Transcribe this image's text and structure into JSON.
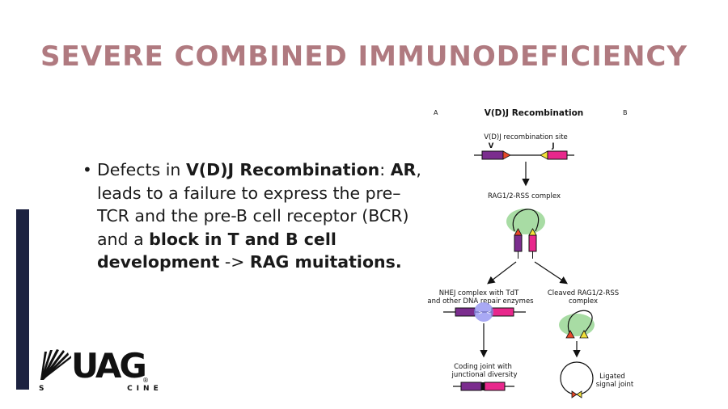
{
  "slide": {
    "title": "SEVERE COMBINED IMMUNODEFICIENCY",
    "bullet": {
      "t1": "Defects in ",
      "b1": "V(D)J Recombination",
      "t2": ": ",
      "b2": "AR",
      "t3": ", leads to a failure to express the pre– TCR and the pre-B cell receptor (BCR) and a ",
      "b3": "block in T and B cell development",
      "t4": " -> ",
      "b4": "RAG muitations."
    },
    "logo": {
      "text": "UAG",
      "reg": "®",
      "sub": "S            CINE"
    }
  },
  "diagram": {
    "label_a": "A",
    "label_b": "B",
    "title": "V(D)J Recombination",
    "site_label": "V(D)J recombination site",
    "v_label": "V",
    "j_label": "J",
    "rag_label": "RAG1/2-RSS complex",
    "nhej_line1": "NHEJ complex with TdT",
    "nhej_line2": "and other DNA repair enzymes",
    "cleaved_line1": "Cleaved RAG1/2-RSS",
    "cleaved_line2": "complex",
    "coding_line1": "Coding joint with",
    "coding_line2": "junctional diversity",
    "ligated_line1": "Ligated",
    "ligated_line2": "signal joint",
    "colors": {
      "v_segment": "#7b2d8e",
      "j_segment": "#e8288c",
      "rss_red": "#e84a2a",
      "rss_yellow": "#f2e23a",
      "rag_green": "#9fd89a",
      "repair_blue": "#8c8cf0"
    }
  }
}
